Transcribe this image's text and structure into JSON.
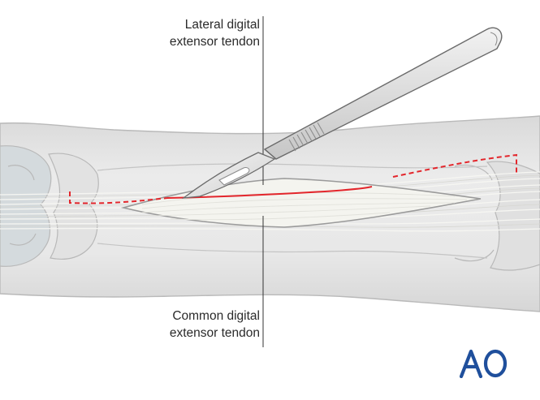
{
  "labels": {
    "lateral": {
      "line1": "Lateral digital",
      "line2": "extensor tendon"
    },
    "common": {
      "line1": "Common digital",
      "line2": "extensor tendon"
    }
  },
  "logo": {
    "text": "AO"
  },
  "colors": {
    "skin": "#e6e6e6",
    "skin_edge": "#bdbdbd",
    "bone": "#dcdcdc",
    "tendon_fiber": "#f3f3ef",
    "incision": "#e3262c",
    "logo": "#1f4f9c",
    "leader": "#333333"
  },
  "icons": [
    "scalpel-icon",
    "ao-logo"
  ]
}
